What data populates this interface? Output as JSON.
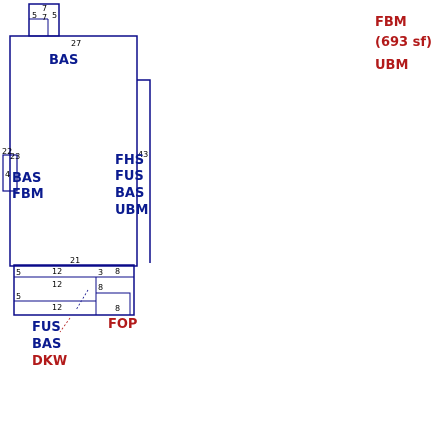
{
  "legend": {
    "area_code": "FBM",
    "area_sqft": "(693 sf)",
    "below_code": "UBM"
  },
  "colors": {
    "outline": "#0b0b8a",
    "base_area": "#0b1b8f",
    "addition_area": "#b21a1a"
  },
  "labels": {
    "top_bas": "BAS",
    "fhs": "FHS",
    "fus_mid": "FUS",
    "bas_mid": "BAS",
    "ubm_mid": "UBM",
    "left_bas": "BAS",
    "left_fbm": "FBM",
    "bottom_fus": "FUS",
    "bottom_bas": "BAS",
    "bottom_dkw": "DKW",
    "bottom_fop": "FOP"
  },
  "dimensions": {
    "top_box_a": "7",
    "top_box_b": "5",
    "top_box_c": "7",
    "top_box_d": "5",
    "top_27": "27",
    "right_43": "43",
    "left_22": "22",
    "left_23": "23",
    "left_4": "4",
    "bottom_21": "21",
    "b_5": "5",
    "b_12a": "12",
    "b_3": "3",
    "b_8a": "8",
    "b_12b": "12",
    "b_8b": "8",
    "b_12c": "12",
    "b_5b": "5",
    "b_8c": "8"
  }
}
